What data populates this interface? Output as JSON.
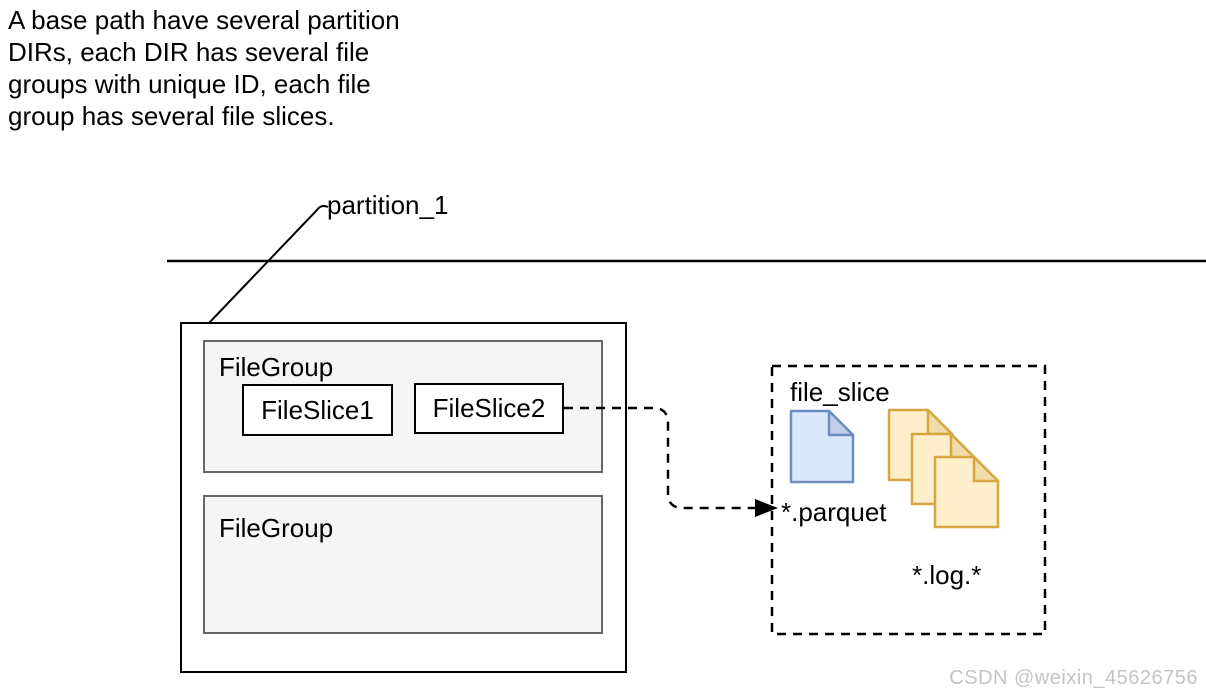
{
  "description": {
    "lines": [
      "A base path have several partition",
      "DIRs, each DIR has several file",
      "groups with unique ID, each file",
      "group has several file slices."
    ]
  },
  "partition": {
    "label": "partition_1"
  },
  "file_groups": [
    {
      "label": "FileGroup",
      "slices": [
        "FileSlice1",
        "FileSlice2"
      ]
    },
    {
      "label": "FileGroup",
      "slices": []
    }
  ],
  "file_slice_box": {
    "title": "file_slice",
    "parquet_label": "*.parquet",
    "log_label": "*.log.*"
  },
  "icons": {
    "parquet_file_icon": "single blue document with folded corner",
    "log_files_icon": "stack of three yellow documents with folded corners"
  },
  "colors": {
    "parquet_fill": "#dae8fc",
    "parquet_stroke": "#6c8ebf",
    "parquet_fold": "#c3cfe8",
    "log_fill": "#ffeecb",
    "log_stroke": "#d6a73f",
    "log_fold": "#f0dcaa",
    "filegroup_fill": "#f5f5f5",
    "filegroup_border": "#666666",
    "line_color": "#000000",
    "watermark_color": "#c4c4c4"
  },
  "watermark": "CSDN @weixin_45626756"
}
